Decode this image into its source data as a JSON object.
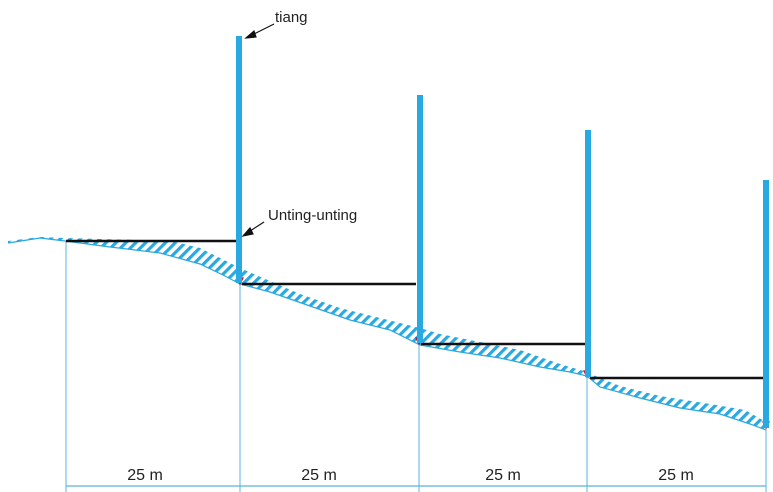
{
  "labels": {
    "pole": "tiang",
    "plumb_bob": "Unting-unting"
  },
  "segments": [
    {
      "distance": "25 m"
    },
    {
      "distance": "25 m"
    },
    {
      "distance": "25 m"
    },
    {
      "distance": "25 m"
    }
  ],
  "colors": {
    "pole": "#29a9e1",
    "ground_hatch": "#29a9e1",
    "guide_lines": "#5ab4dc",
    "measuring_line": "#111111",
    "plumb_line": "#c8102e"
  }
}
